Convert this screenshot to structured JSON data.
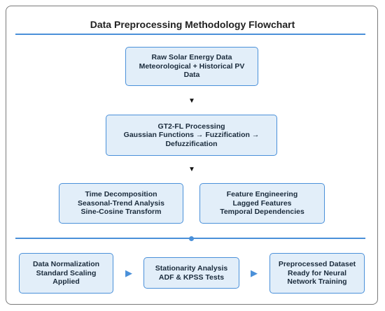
{
  "title": "Data Preprocessing Methodology Flowchart",
  "nodes": {
    "raw_data": {
      "line1": "Raw Solar Energy Data",
      "line2": "Meteorological + Historical PV",
      "line3": "Data"
    },
    "gt2fl": {
      "line1": "GT2-FL Processing",
      "line2": "Gaussian Functions → Fuzzification →",
      "line3": "Defuzzification"
    },
    "time_decomp": {
      "line1": "Time Decomposition",
      "line2": "Seasonal-Trend Analysis",
      "line3": "Sine-Cosine Transform"
    },
    "feature_eng": {
      "line1": "Feature Engineering",
      "line2": "Lagged Features",
      "line3": "Temporal Dependencies"
    },
    "normalization": {
      "line1": "Data Normalization",
      "line2": "Standard Scaling",
      "line3": "Applied"
    },
    "stationarity": {
      "line1": "Stationarity Analysis",
      "line2": "ADF & KPSS Tests"
    },
    "preprocessed": {
      "line1": "Preprocessed Dataset",
      "line2": "Ready for Neural",
      "line3": "Network Training"
    }
  },
  "arrows": {
    "down": "▼",
    "right": "▶"
  },
  "colors": {
    "accent": "#4a90d9",
    "box_fill": "#e2eef9",
    "text": "#1a2b3c"
  }
}
